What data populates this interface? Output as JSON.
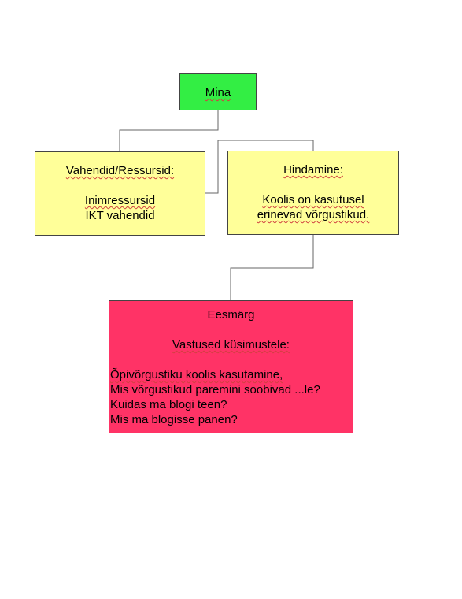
{
  "nodes": {
    "mina": {
      "label": "Mina",
      "color": "#33ee44"
    },
    "vahendid": {
      "title": "Vahendid/Ressursid:",
      "lines": [
        "Inimressursid",
        "IKT vahendid"
      ],
      "color": "#ffff99"
    },
    "hindamine": {
      "title": "Hindamine:",
      "lines": [
        "Koolis on kasutusel",
        "erinevad võrgustikud."
      ],
      "color": "#ffff99"
    },
    "eesmark": {
      "title": "Eesmärg",
      "subtitle": "Vastused küsimustele:",
      "lines": [
        "Õpivõrgustiku koolis kasutamine,",
        "Mis võrgustikud paremini soobivad ...le?",
        "Kuidas ma blogi teen?",
        "Mis ma blogisse panen?"
      ],
      "color": "#ff3366"
    }
  },
  "connector_color": "#666666"
}
